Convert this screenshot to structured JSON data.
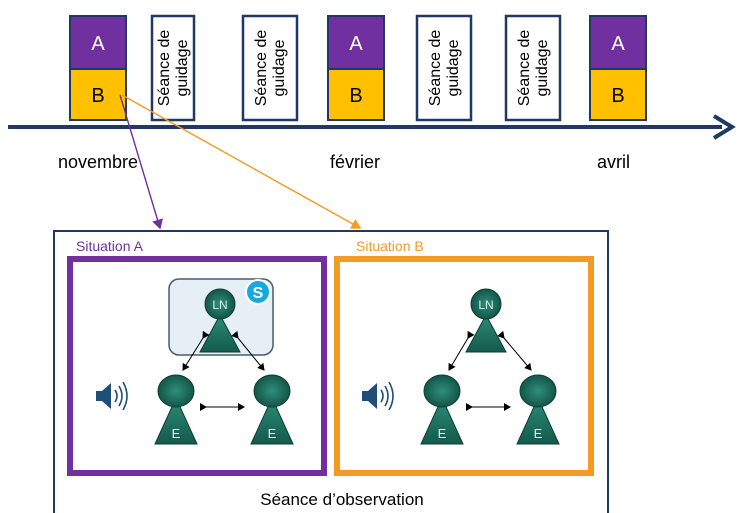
{
  "timeline": {
    "block_a_label": "A",
    "block_b_label": "B",
    "guidance_line1": "Séance de",
    "guidance_line2": "guidage",
    "months": [
      "novembre",
      "février",
      "avril"
    ]
  },
  "observation": {
    "title": "Séance d’observation",
    "situation_a_label": "Situation A",
    "situation_b_label": "Situation B",
    "node_ln": "LN",
    "node_e": "E",
    "skype_letter": "S"
  },
  "colors": {
    "purple": "#7030a0",
    "orange": "#ffa500",
    "orange_dark": "#f59a23",
    "navy": "#1f3864",
    "teal": "#1f6b5c"
  }
}
